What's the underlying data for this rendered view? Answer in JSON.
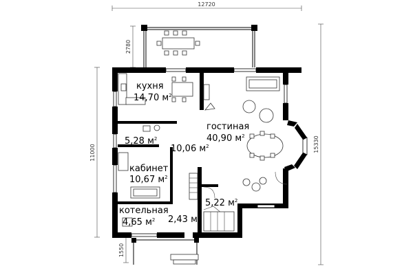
{
  "dimensions": {
    "top_width": "12720",
    "terrace_depth": "2780",
    "left_depth": "11000",
    "right_depth": "15330",
    "porch_depth": "1550"
  },
  "rooms": [
    {
      "name": "кухня",
      "area": "14,70 м",
      "sup": "2"
    },
    {
      "name": "",
      "area": "5,28 м",
      "sup": "2"
    },
    {
      "name": "",
      "area": "10,06 м",
      "sup": "2"
    },
    {
      "name": "гостиная",
      "area": "40,90 м",
      "sup": "2"
    },
    {
      "name": "кабинет",
      "area": "10,67 м",
      "sup": "2"
    },
    {
      "name": "",
      "area": "5,22 м",
      "sup": "2"
    },
    {
      "name": "котельная",
      "area": "4,65 м",
      "sup": "2"
    },
    {
      "name": "",
      "area": "2,43 м",
      "sup": "2"
    }
  ]
}
